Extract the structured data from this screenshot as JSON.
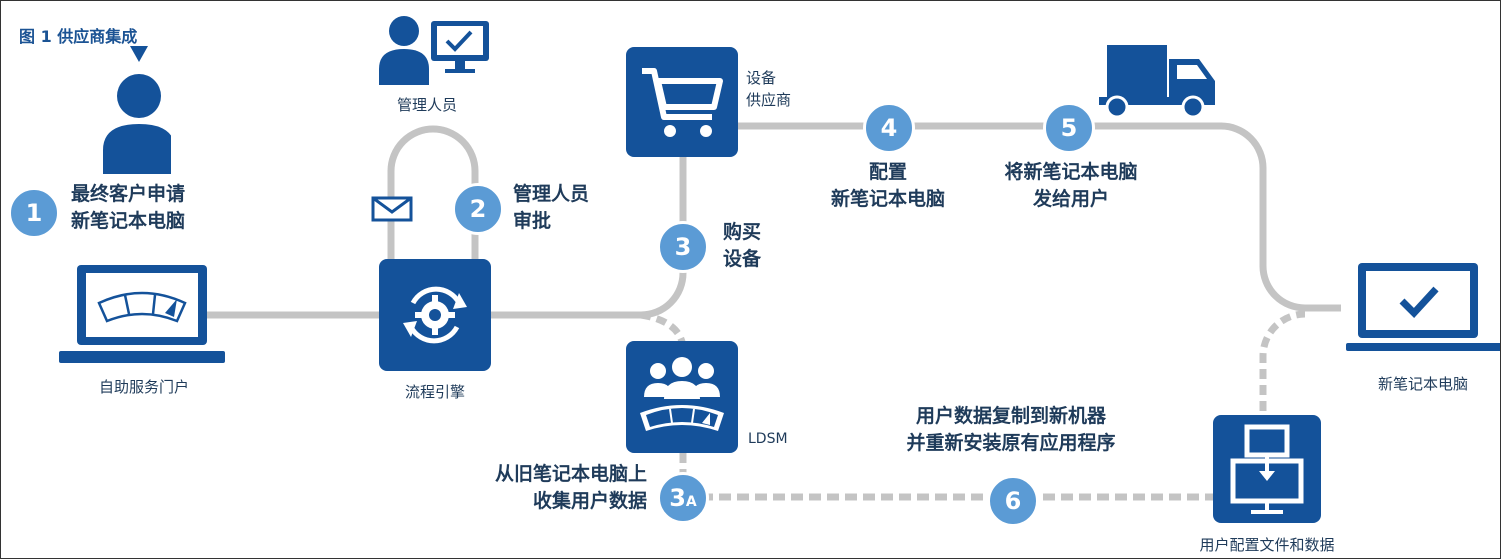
{
  "title": "图 1 供应商集成",
  "nodes": {
    "portal": "自助服务门户",
    "engine": "流程引擎",
    "manager": "管理人员",
    "vendor": [
      "设备",
      "供应商"
    ],
    "ldsm": "LDSM",
    "new_laptop": "新笔记本电脑",
    "user_profile": "用户配置文件和数据"
  },
  "steps": [
    {
      "num": "1",
      "text": [
        "最终客户申请",
        "新笔记本电脑"
      ]
    },
    {
      "num": "2",
      "text": [
        "管理人员",
        "审批"
      ]
    },
    {
      "num": "3",
      "text": [
        "购买",
        "设备"
      ]
    },
    {
      "num": "3",
      "sub": "A",
      "text": [
        "从旧笔记本电脑上",
        "收集用户数据"
      ]
    },
    {
      "num": "4",
      "text": [
        "配置",
        "新笔记本电脑"
      ]
    },
    {
      "num": "5",
      "text": [
        "将新笔记本电脑",
        "发给用户"
      ]
    },
    {
      "num": "6",
      "text": [
        "用户数据复制到新机器",
        "并重新安装原有应用程序"
      ]
    }
  ],
  "colors": {
    "dark_blue": "#14529a",
    "circle_blue": "#5b9bd5",
    "line_grey": "#c4c4c4",
    "text": "#1f3b5a"
  }
}
